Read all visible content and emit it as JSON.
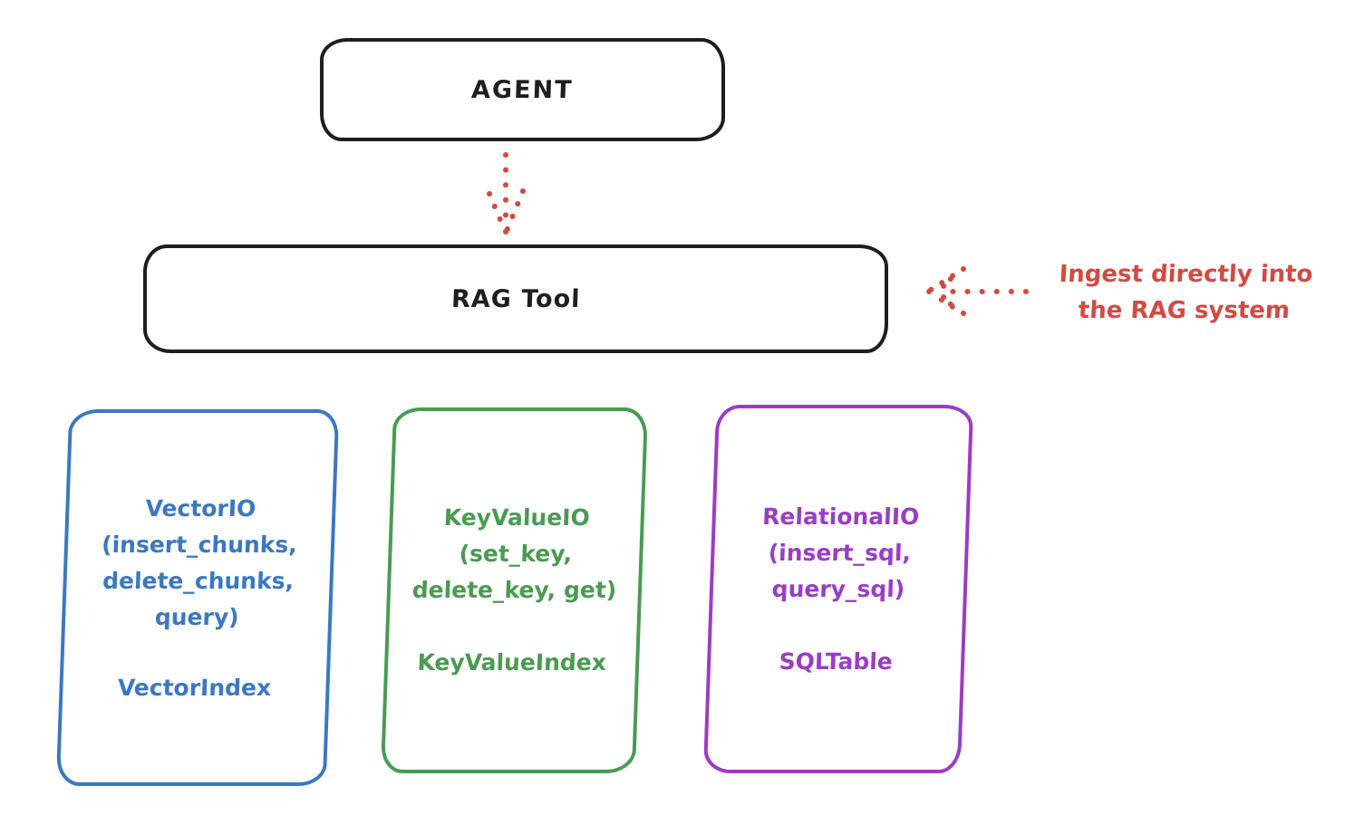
{
  "diagram": {
    "background": "#ffffff",
    "stroke_color": "#1e1e1e",
    "agent": {
      "label": "AGENT"
    },
    "rag_tool": {
      "label": "RAG Tool"
    },
    "annotation": {
      "line1": "Ingest directly into",
      "line2": "the RAG system",
      "color": "#d14b42"
    },
    "arrows": [
      {
        "name": "agent-to-rag-arrow",
        "style": "dotted",
        "direction": "down",
        "color": "#d14b42"
      },
      {
        "name": "annotation-to-rag-arrow",
        "style": "dotted",
        "direction": "left",
        "color": "#d14b42"
      }
    ],
    "backends": [
      {
        "title": "VectorIO",
        "methods": [
          "(insert_chunks,",
          "delete_chunks,",
          "query)"
        ],
        "index": "VectorIndex",
        "color": "#3b78c2"
      },
      {
        "title": "KeyValueIO",
        "methods": [
          "(set_key,",
          "delete_key, get)"
        ],
        "index": "KeyValueIndex",
        "color": "#4a9b52"
      },
      {
        "title": "RelationalIO",
        "methods": [
          "(insert_sql,",
          "query_sql)"
        ],
        "index": "SQLTable",
        "color": "#9a3dc4"
      }
    ]
  }
}
